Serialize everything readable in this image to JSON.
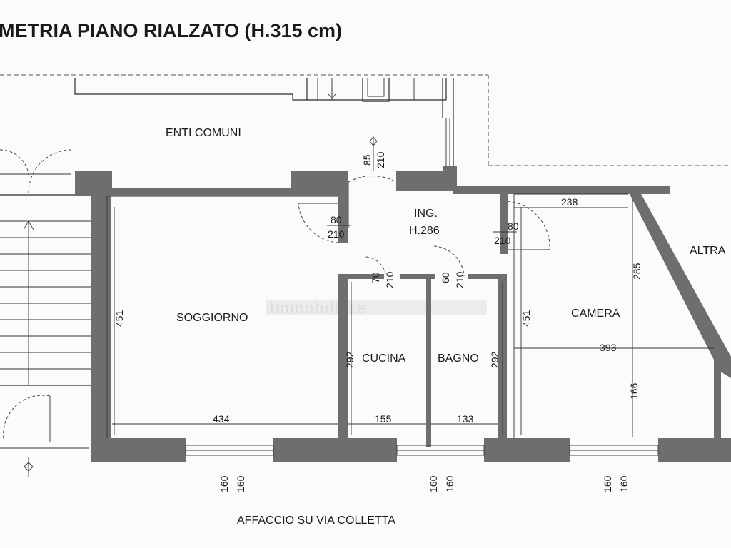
{
  "title": "METRIA PIANO RIALZATO (H.315 cm)",
  "labels": {
    "enti_comuni": "ENTI COMUNI",
    "altra": "ALTRA",
    "facade": "AFFACCIO SU VIA COLLETTA",
    "watermark": "Immobiliare"
  },
  "rooms": {
    "soggiorno": "SOGGIORNO",
    "cucina": "CUCINA",
    "bagno": "BAGNO",
    "camera": "CAMERA",
    "ing": "ING.",
    "ing_height": "H.286"
  },
  "dimensions": {
    "entrance_door_w": "85",
    "entrance_door_h": "210",
    "soggiorno_door_w": "80",
    "soggiorno_door_h": "210",
    "camera_door_w": "80",
    "camera_door_h": "210",
    "cucina_door_w": "70",
    "cucina_door_h": "210",
    "bagno_door_w": "60",
    "bagno_door_h": "210",
    "camera_top_w": "238",
    "camera_w": "393",
    "camera_h_upper": "285",
    "camera_h_lower": "166",
    "soggiorno_h": "451",
    "camera_h": "451",
    "cucina_h": "292",
    "bagno_h": "292",
    "soggiorno_w": "434",
    "cucina_w": "155",
    "bagno_w": "133",
    "window_1a": "160",
    "window_1b": "160",
    "window_2a": "160",
    "window_2b": "160",
    "window_3a": "160",
    "window_3b": "160"
  }
}
